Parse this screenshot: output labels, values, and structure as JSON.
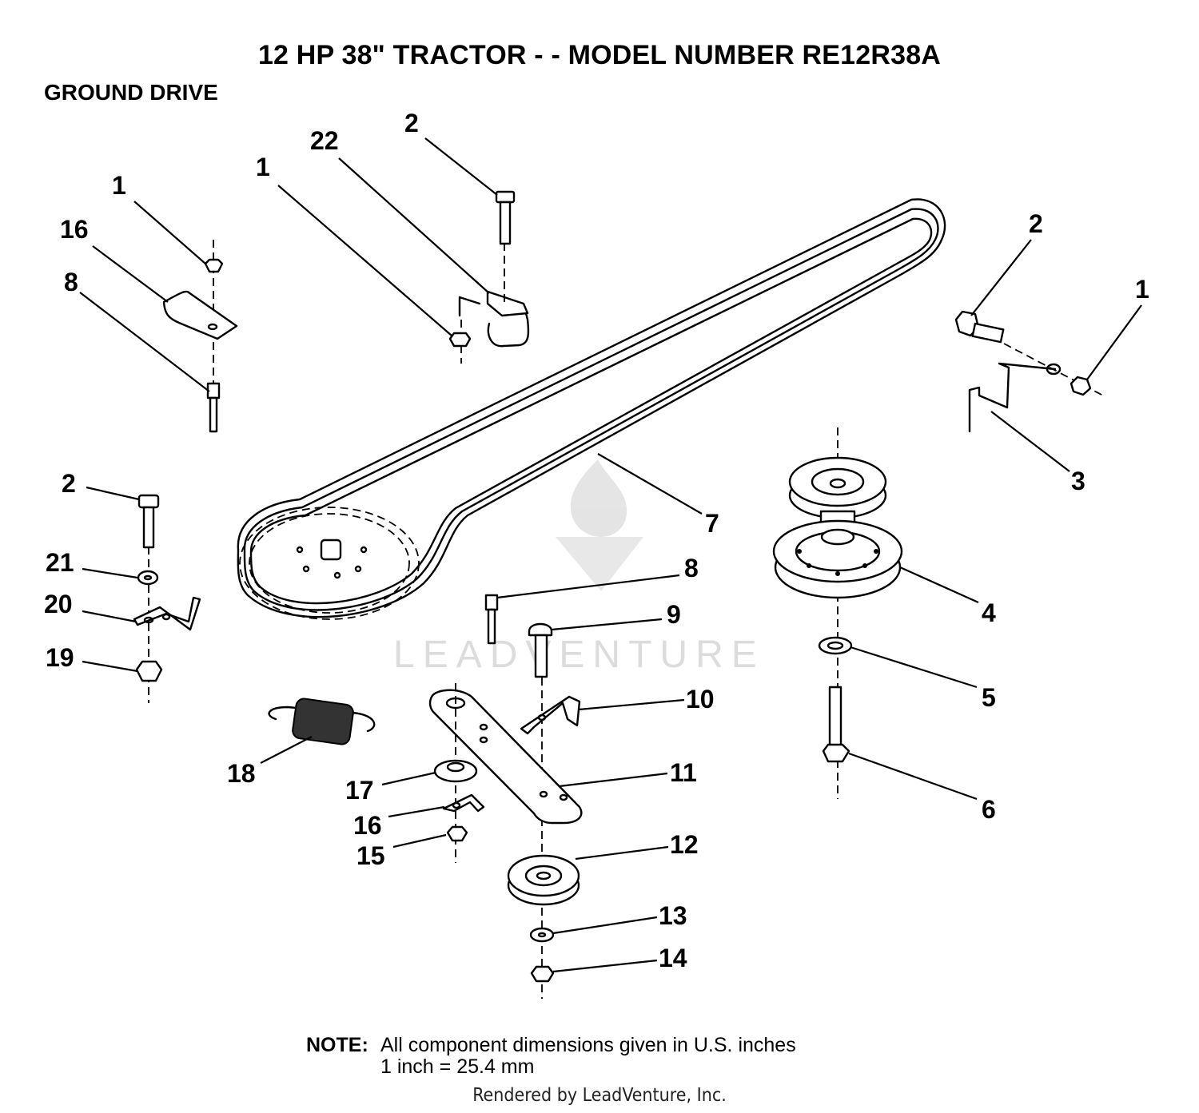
{
  "title": "12 HP 38\" TRACTOR - - MODEL NUMBER RE12R38A",
  "section": "GROUND DRIVE",
  "note": {
    "label": "NOTE:",
    "line1": "All component dimensions given in U.S. inches",
    "line2": "1 inch = 25.4 mm"
  },
  "credit": "Rendered by LeadVenture, Inc.",
  "watermark": "LEADVENTURE",
  "callouts": [
    {
      "id": "c-1a",
      "label": "1"
    },
    {
      "id": "c-16a",
      "label": "16"
    },
    {
      "id": "c-8a",
      "label": "8"
    },
    {
      "id": "c-1b",
      "label": "1"
    },
    {
      "id": "c-22",
      "label": "22"
    },
    {
      "id": "c-2a",
      "label": "2"
    },
    {
      "id": "c-2b",
      "label": "2"
    },
    {
      "id": "c-1c",
      "label": "1"
    },
    {
      "id": "c-3",
      "label": "3"
    },
    {
      "id": "c-7",
      "label": "7"
    },
    {
      "id": "c-2c",
      "label": "2"
    },
    {
      "id": "c-21",
      "label": "21"
    },
    {
      "id": "c-20",
      "label": "20"
    },
    {
      "id": "c-19",
      "label": "19"
    },
    {
      "id": "c-4",
      "label": "4"
    },
    {
      "id": "c-8b",
      "label": "8"
    },
    {
      "id": "c-9",
      "label": "9"
    },
    {
      "id": "c-5",
      "label": "5"
    },
    {
      "id": "c-10",
      "label": "10"
    },
    {
      "id": "c-18",
      "label": "18"
    },
    {
      "id": "c-11",
      "label": "11"
    },
    {
      "id": "c-17",
      "label": "17"
    },
    {
      "id": "c-6",
      "label": "6"
    },
    {
      "id": "c-16b",
      "label": "16"
    },
    {
      "id": "c-15",
      "label": "15"
    },
    {
      "id": "c-12",
      "label": "12"
    },
    {
      "id": "c-13",
      "label": "13"
    },
    {
      "id": "c-14",
      "label": "14"
    }
  ]
}
